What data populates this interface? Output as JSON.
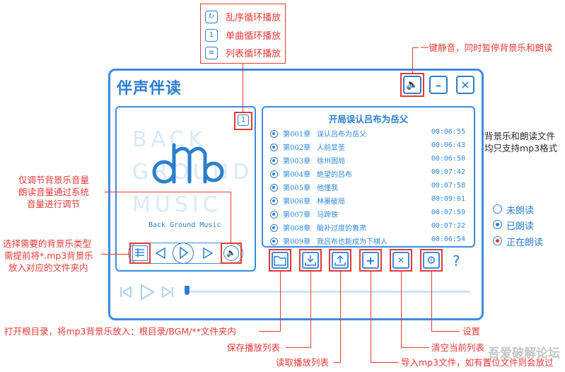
{
  "window": {
    "title": "伴声伴读"
  },
  "mode_menu": {
    "items": [
      {
        "label": "乱序循环播放",
        "icon": "shuffle-loop-icon"
      },
      {
        "label": "单曲循环播放",
        "icon": "single-loop-icon"
      },
      {
        "label": "列表循环播放",
        "icon": "list-loop-icon"
      }
    ]
  },
  "callouts": {
    "mute": "一键静音，同时暂停背景乐和朗读",
    "format_line1": "背景乐和朗读文件",
    "format_line2": "均只支持mp3格式",
    "volume_line1": "仅调节背景乐音量",
    "volume_line2": "朗读音量通过系统",
    "volume_line3": "音量进行调节",
    "bgm_line1": "选择需要的背景乐类型",
    "bgm_line2": "需提前将*.mp3背景乐",
    "bgm_line3": "放入对应的文件夹内",
    "open_root": "打开根目录，将mp3背景乐放入：根目录/BGM/**文件夹内",
    "save_list": "保存播放列表",
    "load_list": "读取播放列表",
    "import": "导入mp3文件，如有置位文件则会放过",
    "clear": "清空当前列表",
    "settings": "设置"
  },
  "legend": {
    "unread": "未朗读",
    "read": "已朗读",
    "reading": "正在朗读"
  },
  "player": {
    "logo_bg_line1": "BACK",
    "logo_bg_line2": "GROUND",
    "logo_bg_line3": "MUSIC",
    "logo_mark": "bgm",
    "bgm_caption": "Back Ground Music",
    "repeat_badge": "1"
  },
  "playlist": {
    "title": "开局误认吕布为岳父",
    "rows": [
      {
        "chapter": "第001章",
        "title": "误认吕布为岳父",
        "duration": "00:06:55"
      },
      {
        "chapter": "第002章",
        "title": "人前显圣",
        "duration": "00:06:43"
      },
      {
        "chapter": "第003章",
        "title": "徐州困局",
        "duration": "00:06:50"
      },
      {
        "chapter": "第004章",
        "title": "绝望的吕布",
        "duration": "00:07:42"
      },
      {
        "chapter": "第005章",
        "title": "他懂我",
        "duration": "00:07:58"
      },
      {
        "chapter": "第006章",
        "title": "林墨破局",
        "duration": "00:09:01"
      },
      {
        "chapter": "第007章",
        "title": "马蹄铁",
        "duration": "00:07:59"
      },
      {
        "chapter": "第008章",
        "title": "脑补过度的鲁肃",
        "duration": "00:07:22"
      },
      {
        "chapter": "第009章",
        "title": "我吕布也能成为下棋人",
        "duration": "00:06:54"
      }
    ]
  },
  "toolbar": {
    "help": "?"
  },
  "watermark": "吾爱破解论坛",
  "colors": {
    "accent": "#2a7fd0",
    "callout": "#e53935",
    "frame": "#3b8be0"
  }
}
